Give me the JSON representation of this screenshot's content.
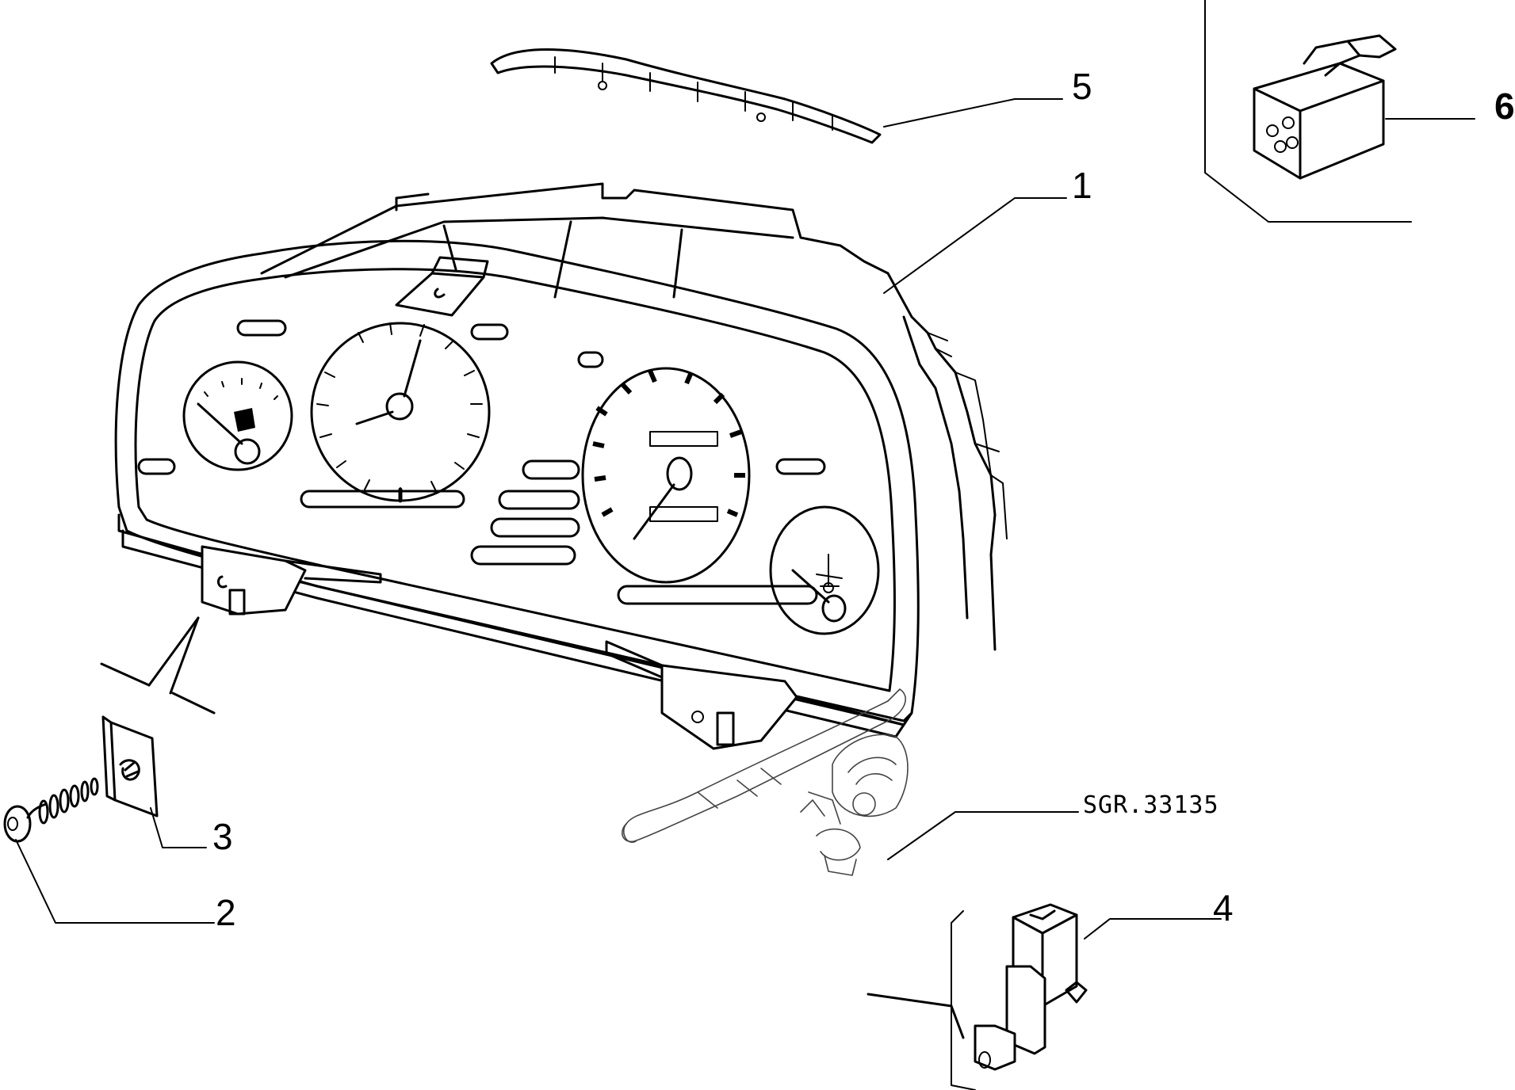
{
  "diagram": {
    "reference_code": "SGR.33135",
    "callouts": [
      {
        "id": "1",
        "label": "1"
      },
      {
        "id": "2",
        "label": "2"
      },
      {
        "id": "3",
        "label": "3"
      },
      {
        "id": "4",
        "label": "4"
      },
      {
        "id": "5",
        "label": "5"
      },
      {
        "id": "6",
        "label": "6"
      }
    ]
  }
}
